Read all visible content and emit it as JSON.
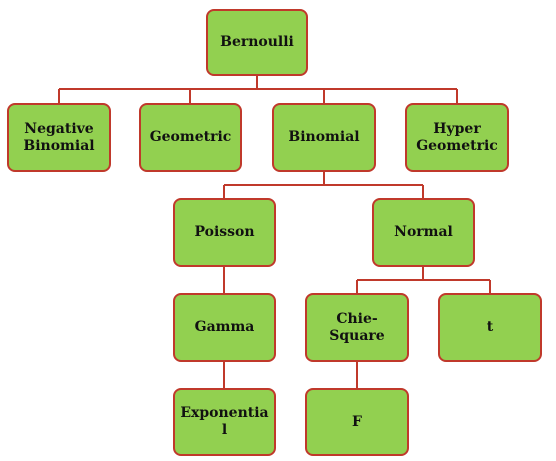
{
  "colors": {
    "node_fill": "#92d050",
    "node_border": "#c0392b",
    "connector": "#c0392b",
    "text": "#111111"
  },
  "nodes": {
    "bernoulli": {
      "label": "Bernoulli"
    },
    "negative": {
      "line1": "Negative",
      "line2": "Binomial"
    },
    "geometric": {
      "label": "Geometric"
    },
    "binomial": {
      "label": "Binomial"
    },
    "hyper": {
      "line1": "Hyper",
      "line2": "Geometric"
    },
    "poisson": {
      "label": "Poisson"
    },
    "normal": {
      "label": "Normal"
    },
    "gamma": {
      "label": "Gamma"
    },
    "chie": {
      "line1": "Chie-",
      "line2": "Square"
    },
    "t": {
      "label": "t"
    },
    "exponential": {
      "line1": "Exponentia",
      "line2": "l"
    },
    "f": {
      "label": "F"
    }
  },
  "edges": [
    [
      "bernoulli",
      "negative"
    ],
    [
      "bernoulli",
      "geometric"
    ],
    [
      "bernoulli",
      "binomial"
    ],
    [
      "bernoulli",
      "hyper"
    ],
    [
      "binomial",
      "poisson"
    ],
    [
      "binomial",
      "normal"
    ],
    [
      "poisson",
      "gamma"
    ],
    [
      "gamma",
      "exponential"
    ],
    [
      "normal",
      "chie"
    ],
    [
      "normal",
      "t"
    ],
    [
      "chie",
      "f"
    ]
  ]
}
